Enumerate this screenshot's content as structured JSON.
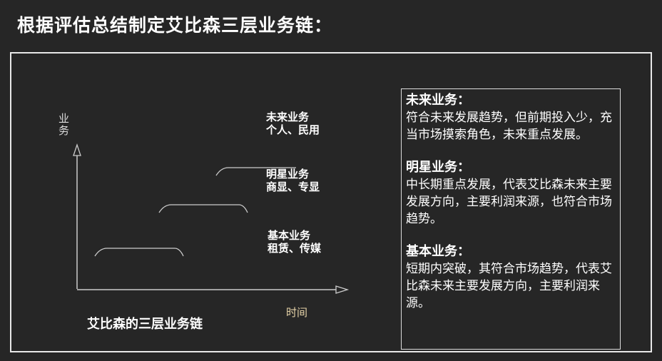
{
  "title": "根据评估总结制定艾比森三层业务链：",
  "diagram": {
    "y_axis_label": "业务",
    "x_axis_label": "时间",
    "caption": "艾比森的三层业务链",
    "tiers": [
      {
        "name": "未来业务",
        "detail": "个人、民用"
      },
      {
        "name": "明星业务",
        "detail": "商显、专显"
      },
      {
        "name": "基本业务",
        "detail": "租赁、传媒"
      }
    ]
  },
  "explanations": [
    {
      "heading": "未来业务：",
      "text": "符合未来发展趋势，但前期投入少，充当市场摸索角色，未来重点发展。"
    },
    {
      "heading": "明星业务：",
      "text": "中长期重点发展，代表艾比森未来主要发展方向，主要利润来源，也符合市场趋势。"
    },
    {
      "heading": "基本业务：",
      "text": "短期内突破，其符合市场趋势，代表艾比森未来主要发展方向，主要利润来源。"
    }
  ]
}
